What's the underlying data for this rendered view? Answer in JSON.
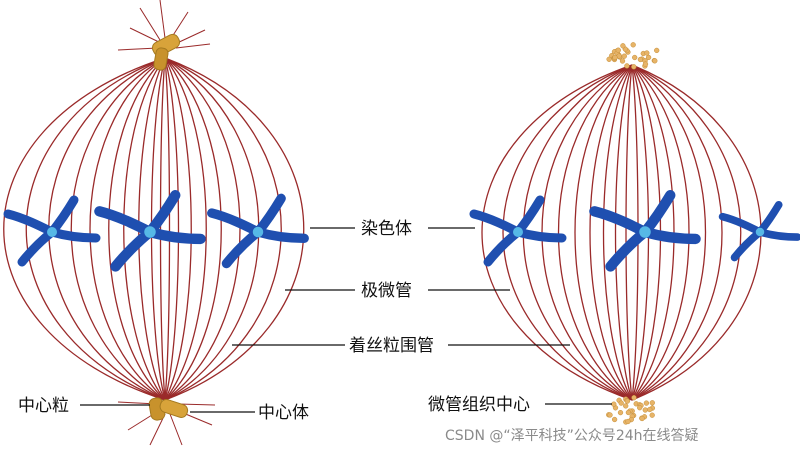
{
  "labels": {
    "chromosome": "染色体",
    "polar_microtubule": "极微管",
    "kinetochore_microtubule": "着丝粒围管",
    "centriole": "中心粒",
    "centrosome": "中心体",
    "mtoc": "微管组织中心"
  },
  "watermark": "CSDN @“泽平科技”公众号24h在线答疑",
  "colors": {
    "spindle_fiber": "#9a2a2a",
    "chromosome": "#1f4fb0",
    "centromere": "#56b8e6",
    "centriole": "#d8a33a",
    "label_line": "#111111"
  }
}
